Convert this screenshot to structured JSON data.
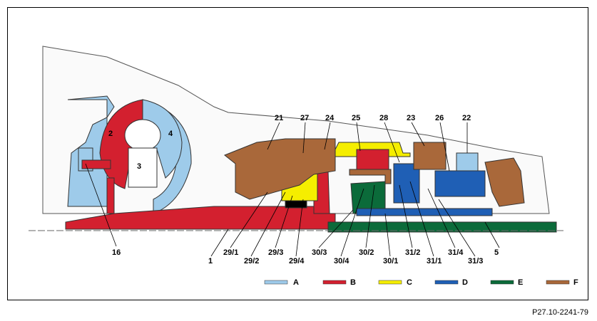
{
  "labels": {
    "l2": "2",
    "l3": "3",
    "l4": "4",
    "l21": "21",
    "l27": "27",
    "l24": "24",
    "l25": "25",
    "l28": "28",
    "l23": "23",
    "l26": "26",
    "l22": "22",
    "l16": "16",
    "l1": "1",
    "l29_1": "29/1",
    "l29_2": "29/2",
    "l29_3": "29/3",
    "l29_4": "29/4",
    "l30_3": "30/3",
    "l30_4": "30/4",
    "l30_2": "30/2",
    "l30_1": "30/1",
    "l31_2": "31/2",
    "l31_1": "31/1",
    "l31_4": "31/4",
    "l31_3": "31/3",
    "l5": "5"
  },
  "legend": [
    {
      "label": "A",
      "color": "#9ecbea"
    },
    {
      "label": "B",
      "color": "#d3202f"
    },
    {
      "label": "C",
      "color": "#f5ee00"
    },
    {
      "label": "D",
      "color": "#1f5fb5"
    },
    {
      "label": "E",
      "color": "#0b6b3a"
    },
    {
      "label": "F",
      "color": "#a9683a"
    }
  ],
  "reference": "P27.10-2241-79"
}
